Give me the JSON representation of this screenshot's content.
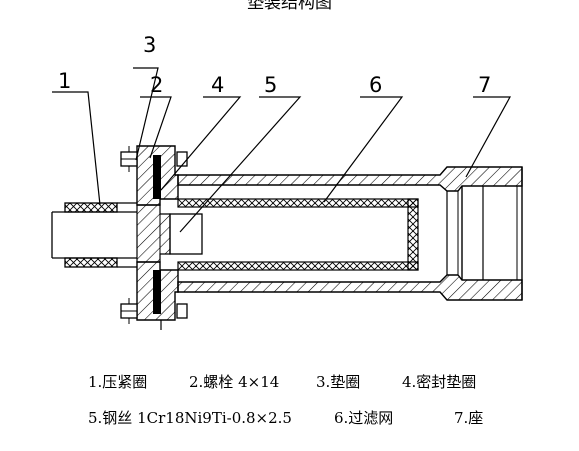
{
  "title": "垫装结构图",
  "callouts": [
    "1",
    "2",
    "3",
    "4",
    "5",
    "6",
    "7"
  ],
  "legend_row1": [
    "1.压紧圈",
    "2.螺栓  4×14",
    "3.垫圈",
    "4.密封垫圈"
  ],
  "legend_row2": [
    "5.钢丝  1Cr18Ni9Ti-0.8×2.5",
    "6.过滤网",
    "7.座"
  ]
}
